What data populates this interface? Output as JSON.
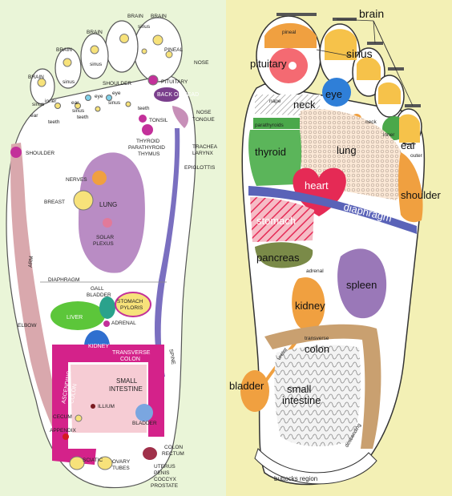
{
  "left_foot": {
    "brain_1": "BRAIN",
    "brain_2": "BRAIN",
    "brain_3": "BRAIN",
    "brain_4": "BRAIN",
    "brain_5": "BRAIN",
    "sinus_1": "sinus",
    "sinus_2": "sinus",
    "sinus_3": "sinus",
    "sinus_4": "sinus",
    "sinus_5": "sinus",
    "sinus_6": "sinus",
    "pineal": "PINEAL",
    "nose": "NOSE",
    "shoulder_toe": "SHOULDER",
    "pituitary": "PITUITARY",
    "back_of_head": "BACK OF HEAD",
    "inner": "inner",
    "ear_1": "ear",
    "ear_2": "ear",
    "eye_1": "eye",
    "eye_2": "eye",
    "teeth_1": "teeth",
    "teeth_2": "teeth",
    "teeth_3": "teeth",
    "tonsil": "TONSIL",
    "nose_tongue_1": "NOSE",
    "nose_tongue_2": "TONGUE",
    "thyroid_1": "THYROID",
    "thyroid_2": "PARATHYROID",
    "thyroid_3": "THYMUS",
    "trachea_1": "TRACHEA",
    "trachea_2": "LARYNX",
    "epiglottis": "EPIGLOTTIS",
    "shoulder": "SHOULDER",
    "nerves": "NERVES",
    "breast": "BREAST",
    "lung": "LUNG",
    "solar_1": "SOLAR",
    "solar_2": "PLEXUS",
    "arm": "ARM",
    "diaphragm": "DIAPHRAGM",
    "gall_1": "GALL",
    "gall_2": "BLADDER",
    "liver": "LIVER",
    "stomach_1": "STOMACH",
    "stomach_2": "PYLORIS",
    "adrenal": "ADRENAL",
    "elbow": "ELBOW",
    "kidney": "KIDNEY",
    "transverse_1": "TRANSVERSE",
    "transverse_2": "COLON",
    "spine": "SPINE",
    "ascending_1": "ASCENDING",
    "ascending_2": "COLON",
    "small_1": "SMALL",
    "small_2": "INTESTINE",
    "ilium": "ILLIUM",
    "cecum": "CECUM",
    "appendix": "APPENDIX",
    "bladder": "BLADDER",
    "sciatic": "SCIATIC",
    "ovary_1": "OVARY",
    "ovary_2": "TUBES",
    "colon_rectum_1": "COLON",
    "colon_rectum_2": "RECTUM",
    "uterus_1": "UTERUS",
    "uterus_2": "PENIS",
    "uterus_3": "COCCYX",
    "uterus_4": "PROSTATE"
  },
  "right_foot": {
    "brain": "brain",
    "pineal": "pineal",
    "pituitary": "pituitary",
    "sinus": "sinus",
    "nape": "nape",
    "neck": "neck",
    "eye": "eye",
    "neck_small": "neck",
    "inner": "inner",
    "ear": "ear",
    "outer": "outer",
    "parathyroids": "parathyroids",
    "thyroid": "thyroid",
    "lung": "lung",
    "heart": "heart",
    "shoulder": "shoulder",
    "diaphragm": "diaphragm",
    "stomach": "stomach",
    "pancreas": "pancreas",
    "adrenal": "adrenal",
    "spleen": "spleen",
    "kidney": "kidney",
    "transverse": "transverse",
    "colon": "colon",
    "ureter": "ureter",
    "bladder": "bladder",
    "small": "small",
    "intestine": "intestine",
    "descending": "descending",
    "buttocks": "buttocks region"
  },
  "colors": {
    "left_bg": "#eaf5d8",
    "right_bg": "#f3f0b5",
    "lung_purple": "#b98cc4",
    "magenta": "#d4228a",
    "liver_green": "#5cc63a",
    "kidney_blue": "#2f6fcf",
    "heart_red": "#e52a55",
    "spleen_purple": "#9a78b8",
    "thyroid_green": "#4aa84a",
    "orange": "#f0a040",
    "diaphragm_blue": "#5a63b8"
  }
}
